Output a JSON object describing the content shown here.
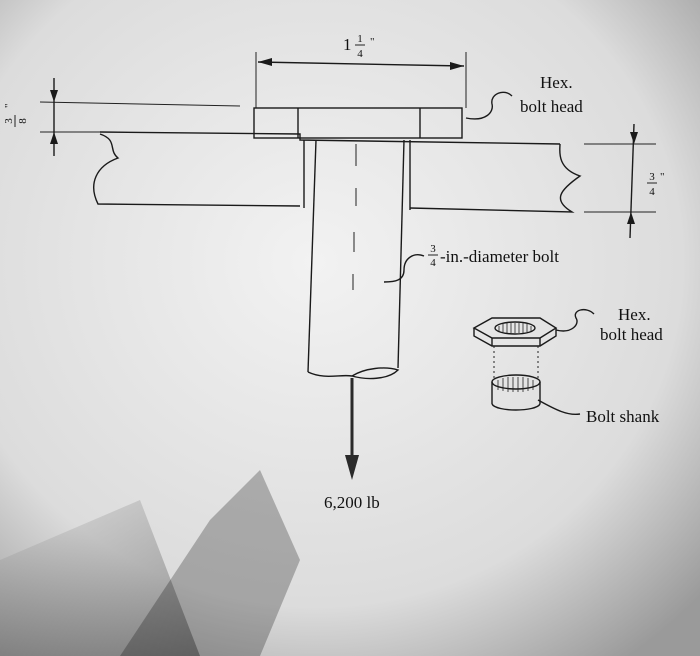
{
  "dimensions": {
    "top_width": {
      "whole": "1",
      "num": "1",
      "den": "4",
      "unit": "\""
    },
    "head_height": {
      "num": "3",
      "den": "8",
      "unit": "\""
    },
    "plate_thickness": {
      "num": "3",
      "den": "4",
      "unit": "\""
    }
  },
  "labels": {
    "hex_head_top": [
      "Hex.",
      "bolt head"
    ],
    "bolt_diameter": {
      "num": "3",
      "den": "4",
      "text": "-in.-diameter bolt"
    },
    "hex_head_side": [
      "Hex.",
      "bolt head"
    ],
    "bolt_shank": "Bolt shank",
    "load": "6,200 lb"
  }
}
